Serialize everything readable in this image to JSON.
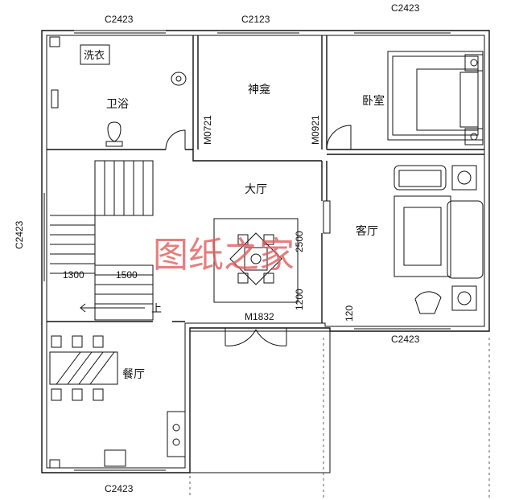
{
  "rooms": {
    "laundry": "洗衣",
    "bathroom": "卫浴",
    "shrine": "神龛",
    "bedroom": "卧室",
    "hall": "大厅",
    "living": "客厅",
    "dining": "餐厅"
  },
  "windows": {
    "top_left": "C2423",
    "top_mid": "C2123",
    "top_right": "C2423",
    "left_side": "C2423",
    "right_lower": "C2423",
    "bottom": "C2423"
  },
  "doors": {
    "bath_door": "M0721",
    "bed_door": "M0921",
    "main_door": "M1832"
  },
  "dimensions": {
    "stair_1300": "1300",
    "stair_1500": "1500",
    "dim_2500": "2500",
    "dim_1200": "1200",
    "dim_120": "120"
  },
  "stairs": {
    "up_label": "上"
  },
  "watermark": "图纸之家",
  "colors": {
    "line": "#111111",
    "watermark": "#e05a5a"
  }
}
